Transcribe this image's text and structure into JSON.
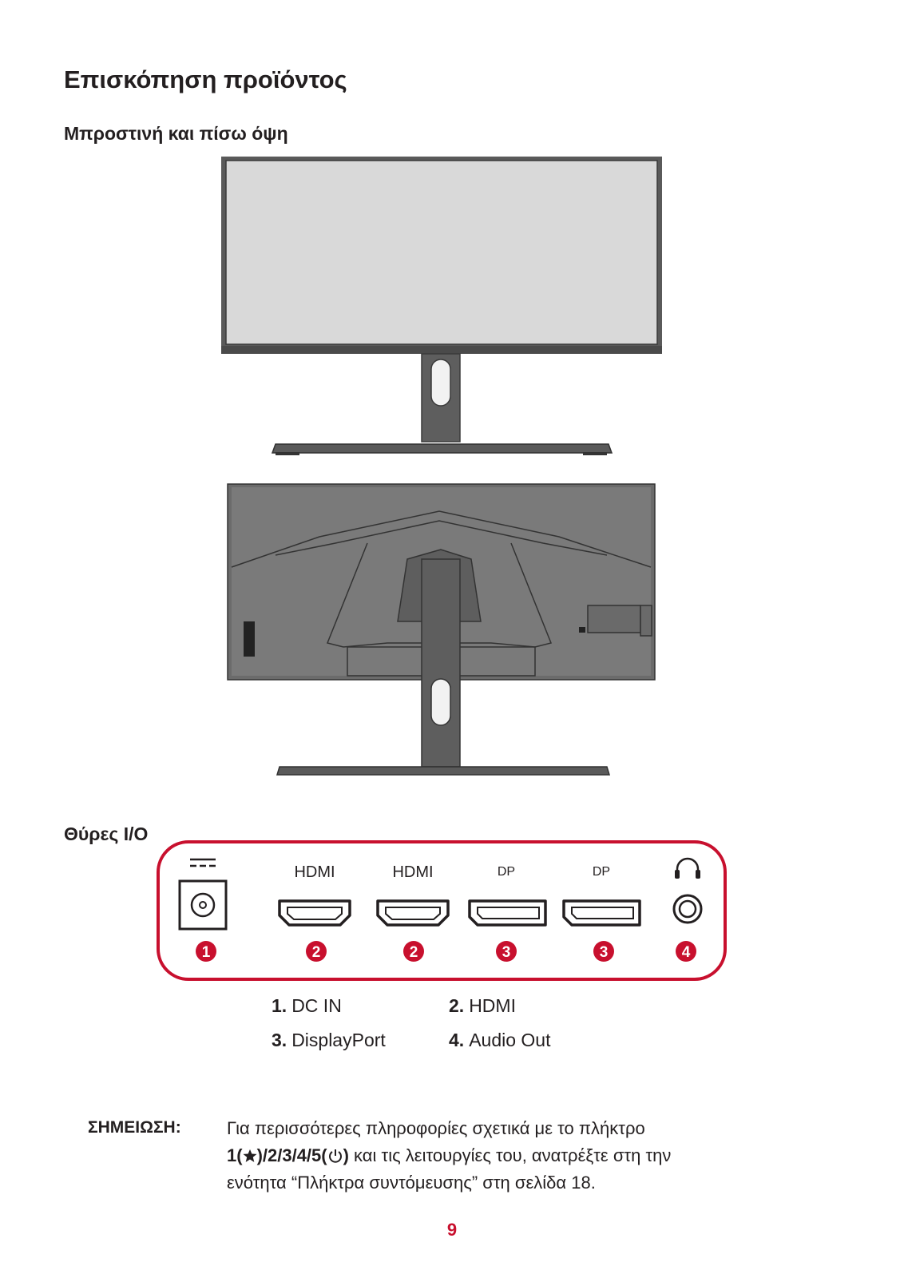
{
  "page": {
    "title": "Επισκόπηση προϊόντος",
    "section_views": "Μπροστινή και πίσω όψη",
    "section_io": "Θύρες I/O",
    "page_number": "9",
    "accent_color": "#c8102e"
  },
  "io_panel": {
    "ports": [
      {
        "label": "",
        "icon": "dc-power-symbol-icon",
        "number": "1"
      },
      {
        "label": "HDMI",
        "icon": "hdmi-port-icon",
        "number": "2"
      },
      {
        "label": "HDMI",
        "icon": "hdmi-port-icon",
        "number": "2"
      },
      {
        "label": "DP",
        "icon": "displayport-icon",
        "number": "3"
      },
      {
        "label": "DP",
        "icon": "displayport-icon",
        "number": "3"
      },
      {
        "label": "",
        "icon": "headphone-icon",
        "number": "4"
      }
    ]
  },
  "legend": [
    {
      "num": "1.",
      "text": "DC IN"
    },
    {
      "num": "2.",
      "text": "HDMI"
    },
    {
      "num": "3.",
      "text": "DisplayPort"
    },
    {
      "num": "4.",
      "text": "Audio Out"
    }
  ],
  "note": {
    "label": "ΣΗΜΕΙΩΣΗ:",
    "line1": "Για περισσότερες πληροφορίες σχετικά με το πλήκτρο",
    "keys_prefix": "1(",
    "keys_mid": ")/2/3/4/5(",
    "keys_suffix": ")",
    "line2_rest": " και τις λειτουργίες του, ανατρέξτε στη την",
    "line3": "ενότητα “Πλήκτρα συντόμευσης” στη σελίδα 18."
  }
}
